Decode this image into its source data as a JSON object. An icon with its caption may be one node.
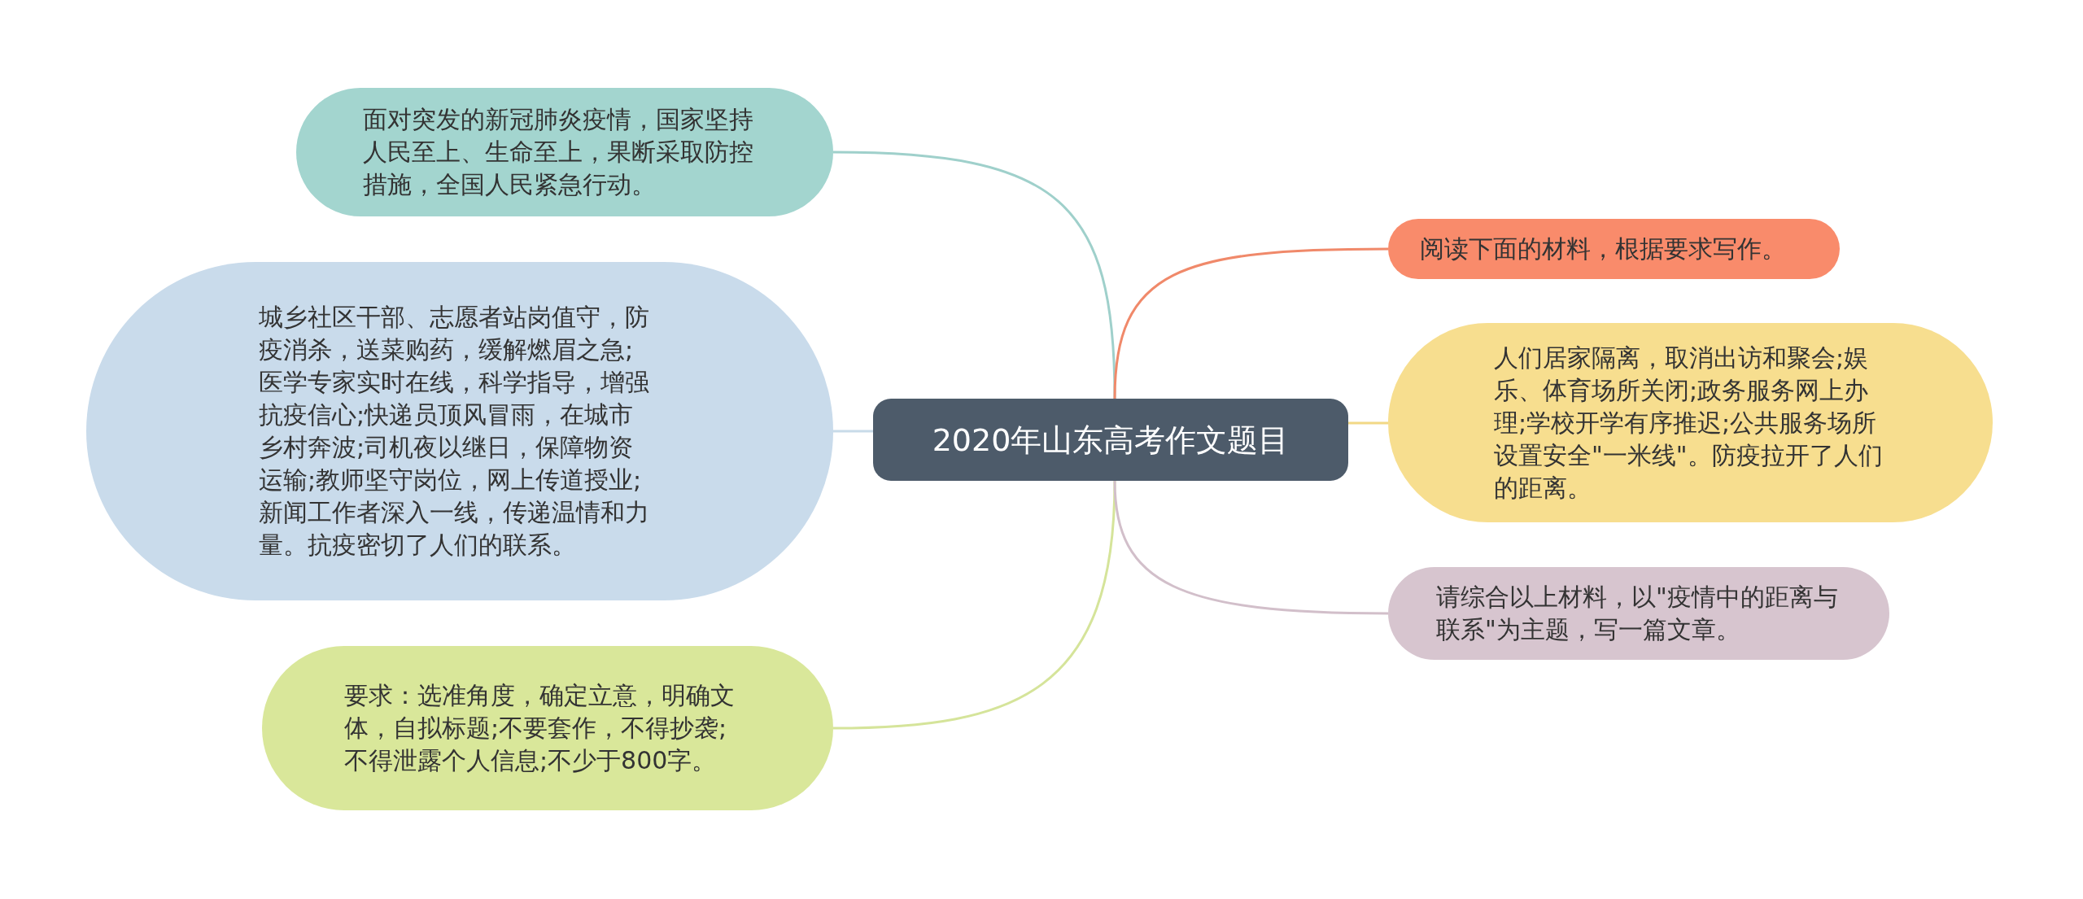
{
  "diagram": {
    "nodes": [
      {
        "text": [
          "2020年山东高考作文题目"
        ]
      },
      {
        "text": [
          "面对突发的新冠肺炎疫情，国家坚持人民至上、生命至上，果断采取防控措施，全国人民紧急行动。"
        ]
      },
      {
        "text": [
          "城乡社区干部、志愿者站岗值守，防疫消杀，送菜购药，缓解燃眉之急;医学专家实时在线，科学指导，增强抗疫信心;快递员顶风冒雨，在城市乡村奔波;司机夜以继日，保障物资运输;教师坚守岗位，网上传道授业;新闻工作者深入一线，传递温情和力量。抗疫密切了人们的联系。"
        ]
      },
      {
        "text": [
          "要求：选准角度，确定立意，明确文体，自拟标题;不要套作，不得抄袭;不得泄露个人信息;不少于800字。"
        ]
      },
      {
        "text": [
          "阅读下面的材料，根据要求写作。"
        ]
      },
      {
        "text": [
          "人们居家隔离，取消出访和聚会;娱乐、体育场所关闭;政务服务网上办理;学校开学有序推迟;公共服务场所设置安全\"一米线\"。防疫拉开了人们的距离。"
        ]
      },
      {
        "text": [
          "请综合以上材料，以\"疫情中的距离与联系\"为主题，写一篇文章。"
        ]
      }
    ],
    "edges": [
      {
        "from": 0,
        "to": 1,
        "arrow": "none",
        "color": "#9fd0cb"
      },
      {
        "from": 0,
        "to": 2,
        "arrow": "none",
        "color": "#c8dbe9"
      },
      {
        "from": 0,
        "to": 3,
        "arrow": "none",
        "color": "#d5e49a"
      },
      {
        "from": 0,
        "to": 4,
        "arrow": "none",
        "color": "#f0896a"
      },
      {
        "from": 0,
        "to": 5,
        "arrow": "none",
        "color": "#f2d885"
      },
      {
        "from": 0,
        "to": 6,
        "arrow": "none",
        "color": "#d2bfca"
      }
    ]
  }
}
